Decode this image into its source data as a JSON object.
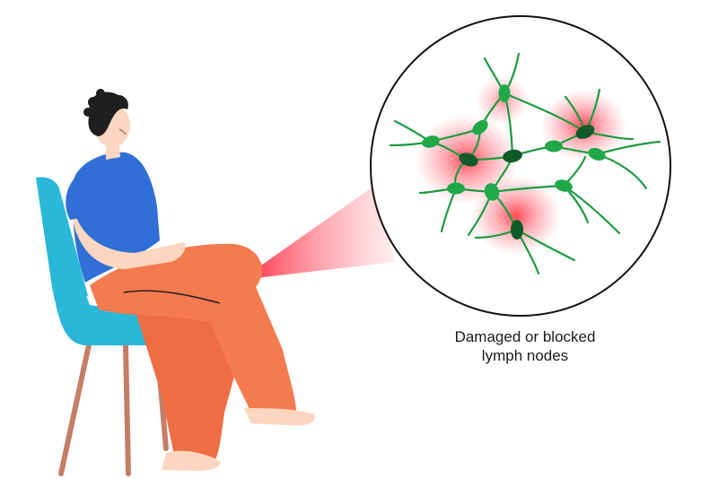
{
  "caption": {
    "line1": "Damaged or blocked",
    "line2": "lymph nodes"
  },
  "colors": {
    "chair": "#29b8d8",
    "chair_legs": "#c47e68",
    "shirt": "#2f6fd6",
    "pants": "#f47a4f",
    "skin": "#fcd6c0",
    "hair": "#1f1f1f",
    "lymph_vessel": "#1e9a40",
    "lymph_node": "#20a848",
    "damaged_node": "#0f5a28",
    "inflammation": "#ff2a3a",
    "outline": "#111111"
  },
  "icons": [
    "seated-person",
    "chair",
    "magnified-lymph-network",
    "zoom-beam"
  ]
}
